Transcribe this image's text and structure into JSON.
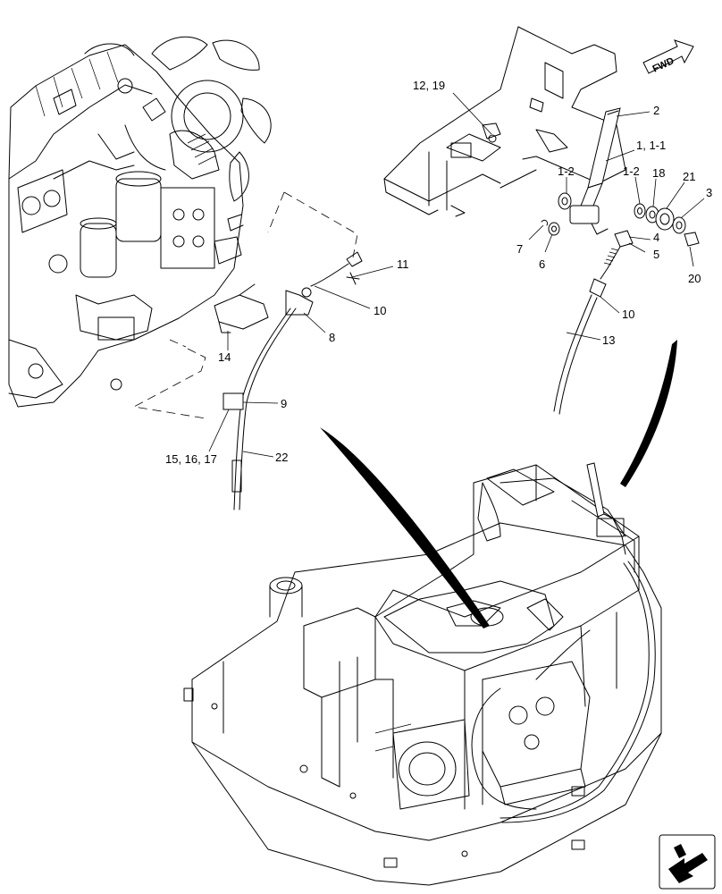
{
  "callouts": {
    "c_12_19": "12, 19",
    "c_2": "2",
    "c_1_1_1": "1, 1-1",
    "c_1_2_left": "1-2",
    "c_1_2_right": "1-2",
    "c_18": "18",
    "c_21": "21",
    "c_3": "3",
    "c_4": "4",
    "c_5": "5",
    "c_7": "7",
    "c_6": "6",
    "c_20": "20",
    "c_10_right": "10",
    "c_13": "13",
    "c_11": "11",
    "c_10_left": "10",
    "c_8": "8",
    "c_14": "14",
    "c_9": "9",
    "c_15_16_17": "15, 16, 17",
    "c_22": "22"
  },
  "direction_arrow": {
    "label": "FWD"
  },
  "icons": {
    "nav": "return-arrow-icon",
    "direction": "forward-arrow-icon"
  }
}
